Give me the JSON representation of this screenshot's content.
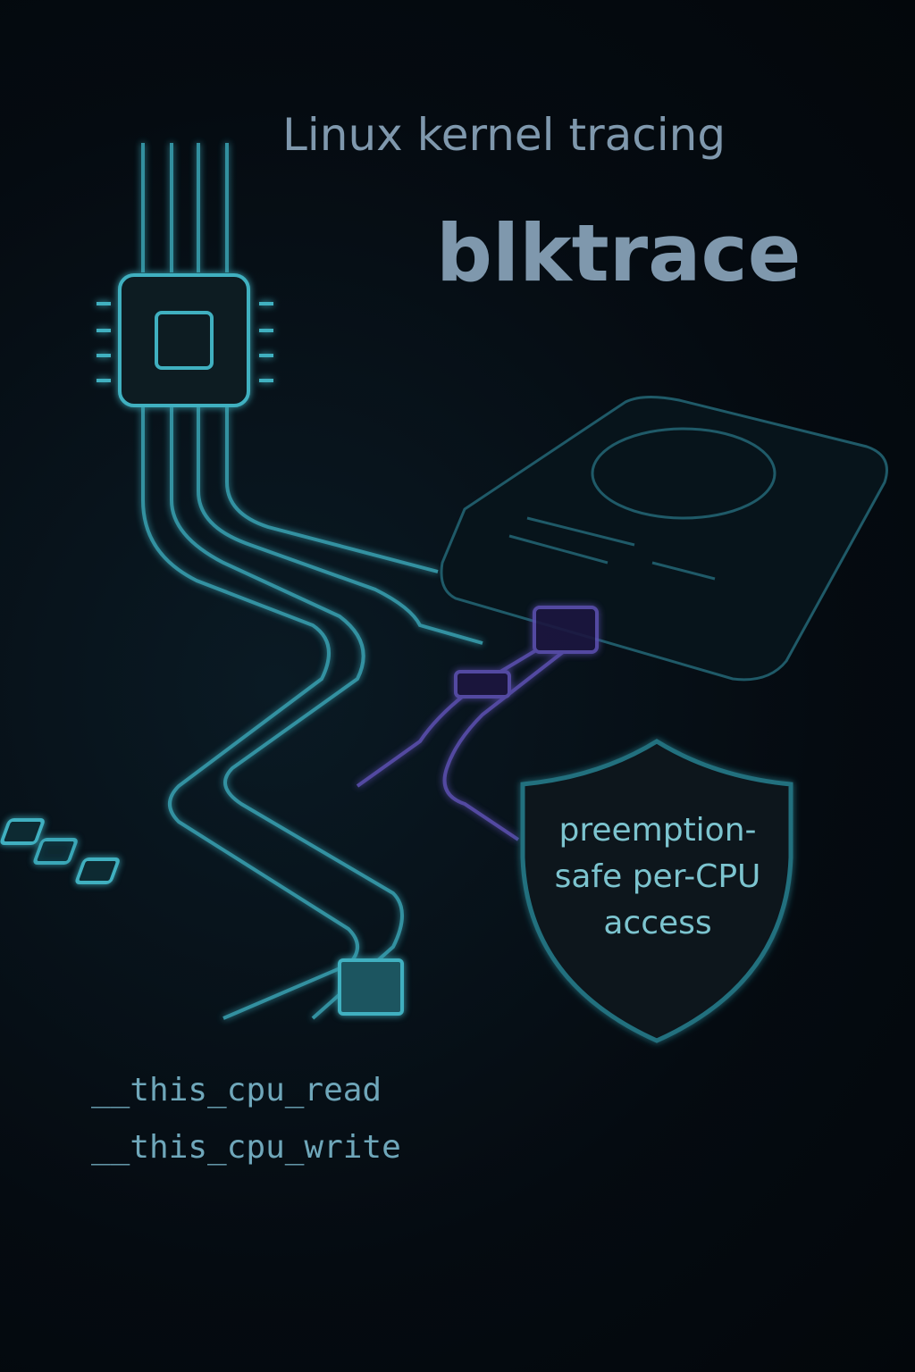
{
  "header": {
    "subtitle": "Linux kernel tracing",
    "title": "blktrace"
  },
  "shield": {
    "label": "preemption-safe per-CPU access"
  },
  "code": {
    "lines": [
      "__this_cpu_read",
      "__this_cpu_write"
    ]
  },
  "colors": {
    "background": "#050c12",
    "cyan": "#3fb0c0",
    "purple": "#6b5fc0",
    "text": "#7f98ad"
  }
}
